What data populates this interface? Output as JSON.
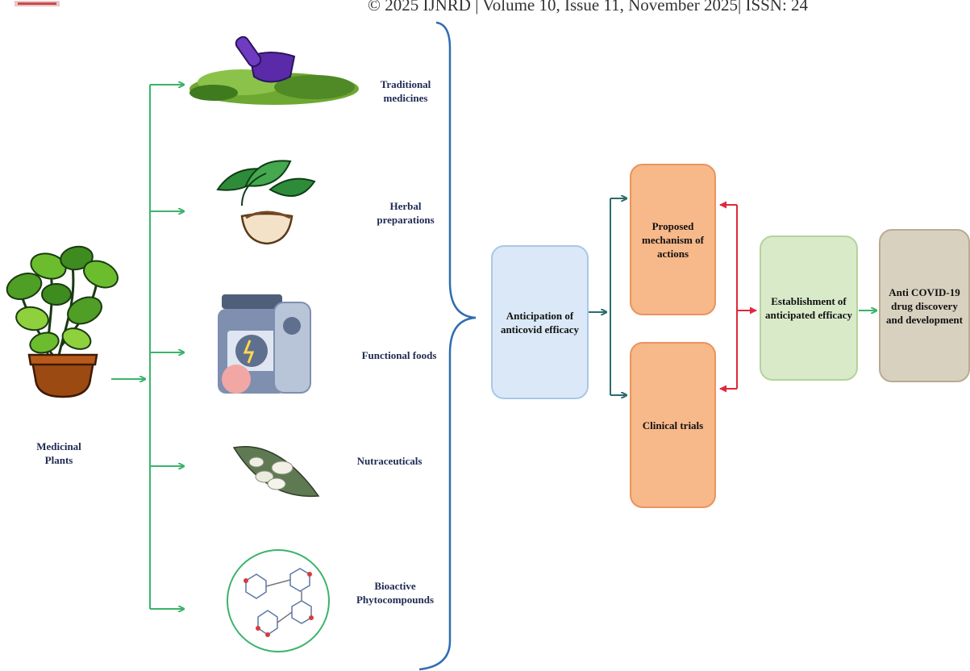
{
  "header": {
    "text": "© 2025 IJNRD | Volume 10, Issue 11, November 2025| ISSN: 24"
  },
  "source": {
    "label": "Medicinal Plants"
  },
  "categories": [
    {
      "label": "Traditional medicines",
      "icon": "mortar-pestle-herbs-icon"
    },
    {
      "label": "Herbal preparations",
      "icon": "herb-bowl-icon"
    },
    {
      "label": "Functional foods",
      "icon": "food-jar-bottle-icon"
    },
    {
      "label": "Nutraceuticals",
      "icon": "pills-on-leaf-icon"
    },
    {
      "label": "Bioactive Phytocompounds",
      "icon": "molecules-circle-icon"
    }
  ],
  "boxes": {
    "anticipation": "Anticipation of anticovid efficacy",
    "mechanism": "Proposed mechanism of actions",
    "clinical": "Clinical trials",
    "establishment": "Establishment of anticipated efficacy",
    "drug": "Anti COVID-19 drug discovery and development"
  },
  "colors": {
    "green_arrow": "#3bb36a",
    "teal_arrow": "#2f6b6b",
    "red_arrow": "#e0283a",
    "brace": "#2f6db0",
    "label_text": "#1f2a52"
  }
}
